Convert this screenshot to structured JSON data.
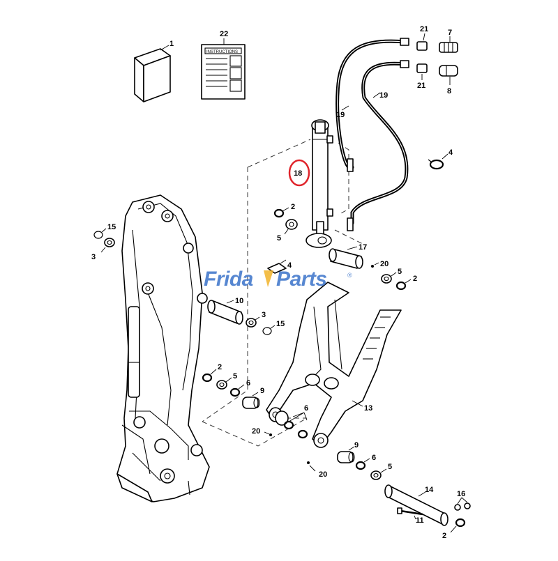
{
  "diagram": {
    "instruction_sheet_title": "INSTRUCTIONS",
    "highlighted_part": "18",
    "watermark": {
      "left": "Frida",
      "right": "Parts",
      "mark": "®",
      "color": "#3a73c9",
      "accent": "#f2b32a"
    },
    "highlight_color": "#e0242b",
    "labels": {
      "p1": "1",
      "p22": "22",
      "p21a": "21",
      "p21b": "21",
      "p7": "7",
      "p8": "8",
      "p19a": "19",
      "p19b": "19",
      "p4a": "4",
      "p4b": "4",
      "p18": "18",
      "p2a": "2",
      "p5a": "5",
      "p17": "17",
      "p20a": "20",
      "p5b": "5",
      "p2b": "2",
      "p15a": "15",
      "p3a": "3",
      "p10": "10",
      "p3b": "3",
      "p15b": "15",
      "p2c": "2",
      "p5c": "5",
      "p6a": "6",
      "p9a": "9",
      "p6b": "6",
      "p13": "13",
      "p20b": "20",
      "p9b": "9",
      "p6c": "6",
      "p5d": "5",
      "p20c": "20",
      "p14": "14",
      "p16": "16",
      "p11": "11",
      "p2d": "2"
    }
  }
}
